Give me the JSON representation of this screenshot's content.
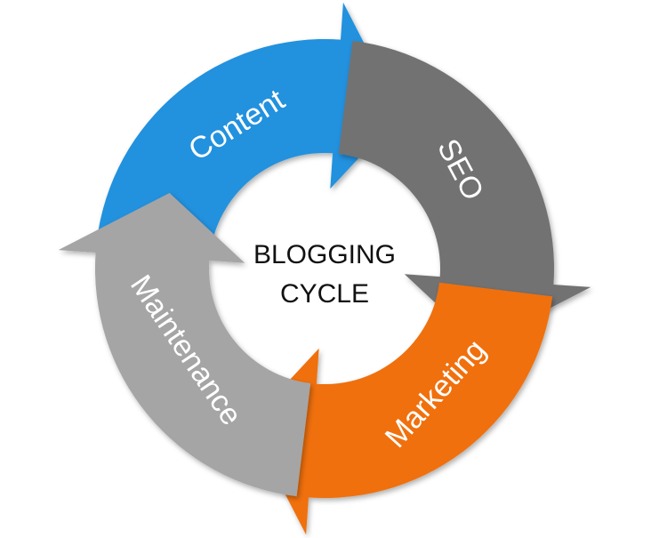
{
  "center": {
    "line1": "BLOGGING",
    "line2": "CYCLE"
  },
  "stages": [
    {
      "label": "Content",
      "color": "#2191de"
    },
    {
      "label": "SEO",
      "color": "#727272"
    },
    {
      "label": "Marketing",
      "color": "#f0700e"
    },
    {
      "label": "Maintenance",
      "color": "#a5a5a5"
    }
  ]
}
